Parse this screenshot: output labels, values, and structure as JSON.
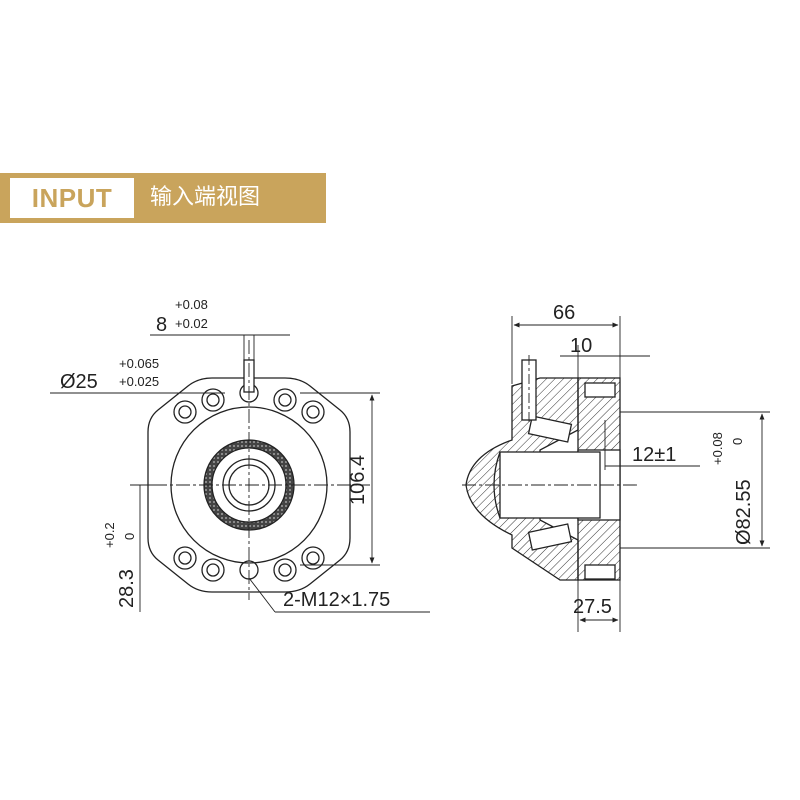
{
  "banner": {
    "tag": "INPUT",
    "subtitle": "输入端视图"
  },
  "front_view": {
    "dim_width": "8",
    "dim_width_tol_upper": "+0.08",
    "dim_width_tol_lower": "+0.02",
    "dim_bore": "Ø25",
    "dim_bore_tol_upper": "+0.065",
    "dim_bore_tol_lower": "+0.025",
    "dim_height": "106.4",
    "dim_offset": "28.3",
    "dim_offset_tol_upper": "+0.2",
    "dim_offset_tol_lower": "0",
    "thread_callout": "2-M12×1.75"
  },
  "side_view": {
    "dim_length": "66",
    "dim_flange": "10",
    "dim_shaft": "12±1",
    "dim_diameter": "Ø82.55",
    "dim_diameter_tol_upper": "+0.08",
    "dim_diameter_tol_lower": "0",
    "dim_depth": "27.5"
  },
  "colors": {
    "banner": "#c9a45c",
    "line": "#222222"
  }
}
